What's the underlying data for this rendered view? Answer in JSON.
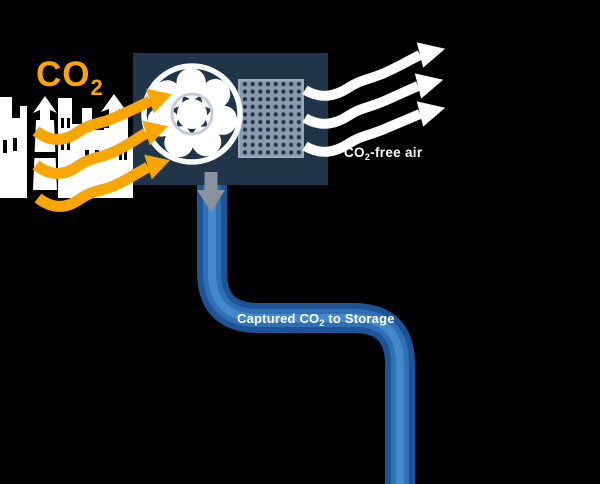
{
  "title": "Direct air capture diagram",
  "labels": {
    "co2_in": {
      "main": "CO",
      "sub": "2"
    },
    "co2_free_air": {
      "pre": "CO",
      "sub": "2",
      "post": "-free air"
    },
    "pipe": {
      "pre": "Captured CO",
      "sub": "2",
      "post": " to Storage"
    }
  },
  "colors": {
    "background": "#000000",
    "box": "#20344A",
    "panel": "#8A99B0",
    "panel_border": "#9AA9BD",
    "panel_dot": "#20344A",
    "orange": "#F9A602",
    "white": "#FFFFFF",
    "window_gap": "#000000",
    "gray_arrow": "#8A939B",
    "pipe_dark": "#1D5397",
    "pipe_mid": "#2F6FB3",
    "pipe_light": "#4489CB",
    "fan_ring": "#FFFFFF",
    "hub_ring": "#C8CDD5"
  },
  "icons": {
    "fan": "fan-icon",
    "filter": "dotted-filter-icon",
    "skyline": "city-skyline-icon",
    "down_arrow": "down-arrow-icon",
    "inflow": "wavy-co2-arrow-icon",
    "outflow": "wavy-clean-air-arrow-icon",
    "pipe": "storage-pipe"
  }
}
